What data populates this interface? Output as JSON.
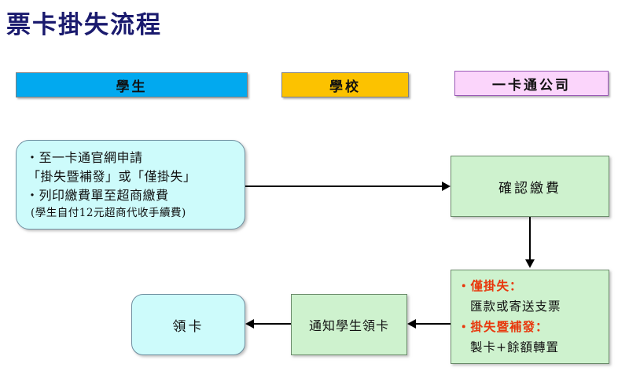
{
  "page": {
    "title": "票卡掛失流程"
  },
  "columns": [
    {
      "id": "student",
      "label": "學生",
      "color": "#02A9EF"
    },
    {
      "id": "school",
      "label": "學校",
      "color": "#FCC200"
    },
    {
      "id": "company",
      "label": "一卡通公司",
      "color": "#FBD5FB"
    }
  ],
  "nodes": {
    "apply": {
      "lines": [
        "‧至一卡通官網申請",
        "「掛失暨補發」或「僅掛失」",
        "‧列印繳費單至超商繳費",
        "(學生自付12元超商代收手續費)"
      ],
      "fill": "#CDFBFB"
    },
    "confirm": {
      "label": "確認繳費",
      "fill": "#CEF2CE"
    },
    "result": {
      "lines": [
        "‧僅掛失：",
        "匯款或寄送支票",
        "‧掛失暨補發：",
        "製卡+餘額轉置"
      ],
      "fill": "#CEF2CE",
      "highlight_color": "#E8380D"
    },
    "notify": {
      "label": "通知學生領卡",
      "fill": "#CEF2CE"
    },
    "collect": {
      "label": "領卡",
      "fill": "#CDFBFB"
    }
  },
  "arrows": [
    {
      "id": "apply-to-confirm",
      "direction": "right"
    },
    {
      "id": "confirm-to-result",
      "direction": "down"
    },
    {
      "id": "result-to-notify",
      "direction": "left"
    },
    {
      "id": "notify-to-collect",
      "direction": "left"
    }
  ]
}
